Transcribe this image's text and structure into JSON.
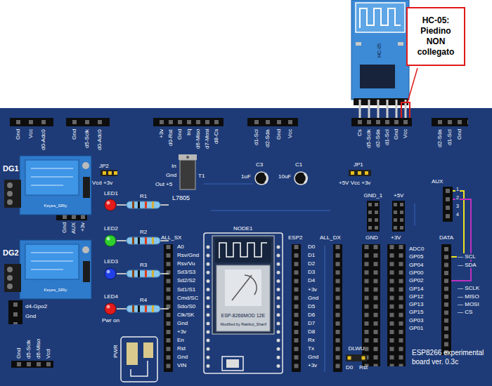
{
  "diagram": {
    "nodes": [
      {
        "text": [
          "HC-05: Piedino NON collegato"
        ]
      }
    ],
    "labels": [
      "HC-05",
      "Gnd",
      "Vcc",
      "d0-Adc0",
      "Gnd",
      "d5-Sclk",
      "d0-Adc0",
      "+3v",
      "d0-Rst",
      "Gnd",
      "Irq",
      "d6-Miso",
      "d7-Mosi",
      "d8-Cs",
      "d1-Scl",
      "d2-Sda",
      "Gnd",
      "Vcc",
      "Cs",
      "d5-Sclk",
      "d2-Sda",
      "d1-Scl",
      "Gnd",
      "Vcc",
      "d2-Sda",
      "d1-Scl",
      "Gnd",
      "DG1",
      "JP2",
      "Vcd +3v",
      "In",
      "Gnd",
      "Out +5",
      "T1",
      "L7805",
      "C3",
      "1uF",
      "C1",
      "10uF",
      "JP1",
      "+5V Vcc +3v",
      "Keyes_SRly",
      "LED1",
      "R1",
      "GND_1",
      "+5V",
      "AUX",
      "1",
      "2",
      "3",
      "4",
      "Gnd",
      "AUX",
      "+3v",
      "NODE1",
      "LED2",
      "R2",
      "ALL_SX",
      "ESP2",
      "ALL_DX",
      "GND",
      "+3V",
      "DATA",
      "DG2",
      "A0",
      "Rsv/Gnd",
      "Rsv/Vu",
      "Sd3/S3",
      "Sd2/S2",
      "Sd1/S1",
      "Cmd/SC",
      "Sdo/S0",
      "Clk/SK",
      "Gnd",
      "+3v",
      "En",
      "Rst",
      "Gnd",
      "VIN",
      "D0",
      "D1",
      "D2",
      "D3",
      "D4",
      "+3v",
      "Gnd",
      "D5",
      "D6",
      "D7",
      "D8",
      "Rx",
      "Tx",
      "Gnd",
      "+3v",
      "ADC0",
      "GP05",
      "GP04",
      "GP00",
      "GP02",
      "GP14",
      "GP12",
      "GP13",
      "GP15",
      "GP03",
      "GP01",
      "— SCL",
      "— SDA",
      "— SCLK",
      "— MISO",
      "— MOSI",
      "— CS",
      "LED3",
      "R3",
      "Keyes_SRly",
      "LED4",
      "R4",
      "d4-Gpo2",
      "Gnd",
      "ESP-8266MOD 12E",
      "Modified by Rakibul_Sharif",
      "Pwr on",
      "Gnd",
      "d5-Sclk",
      "d6-Miso",
      "Vcd",
      "PWR",
      "DLWU",
      "D0",
      "Rst",
      "ESP8266 experimental board ver. 0.3c"
    ]
  }
}
